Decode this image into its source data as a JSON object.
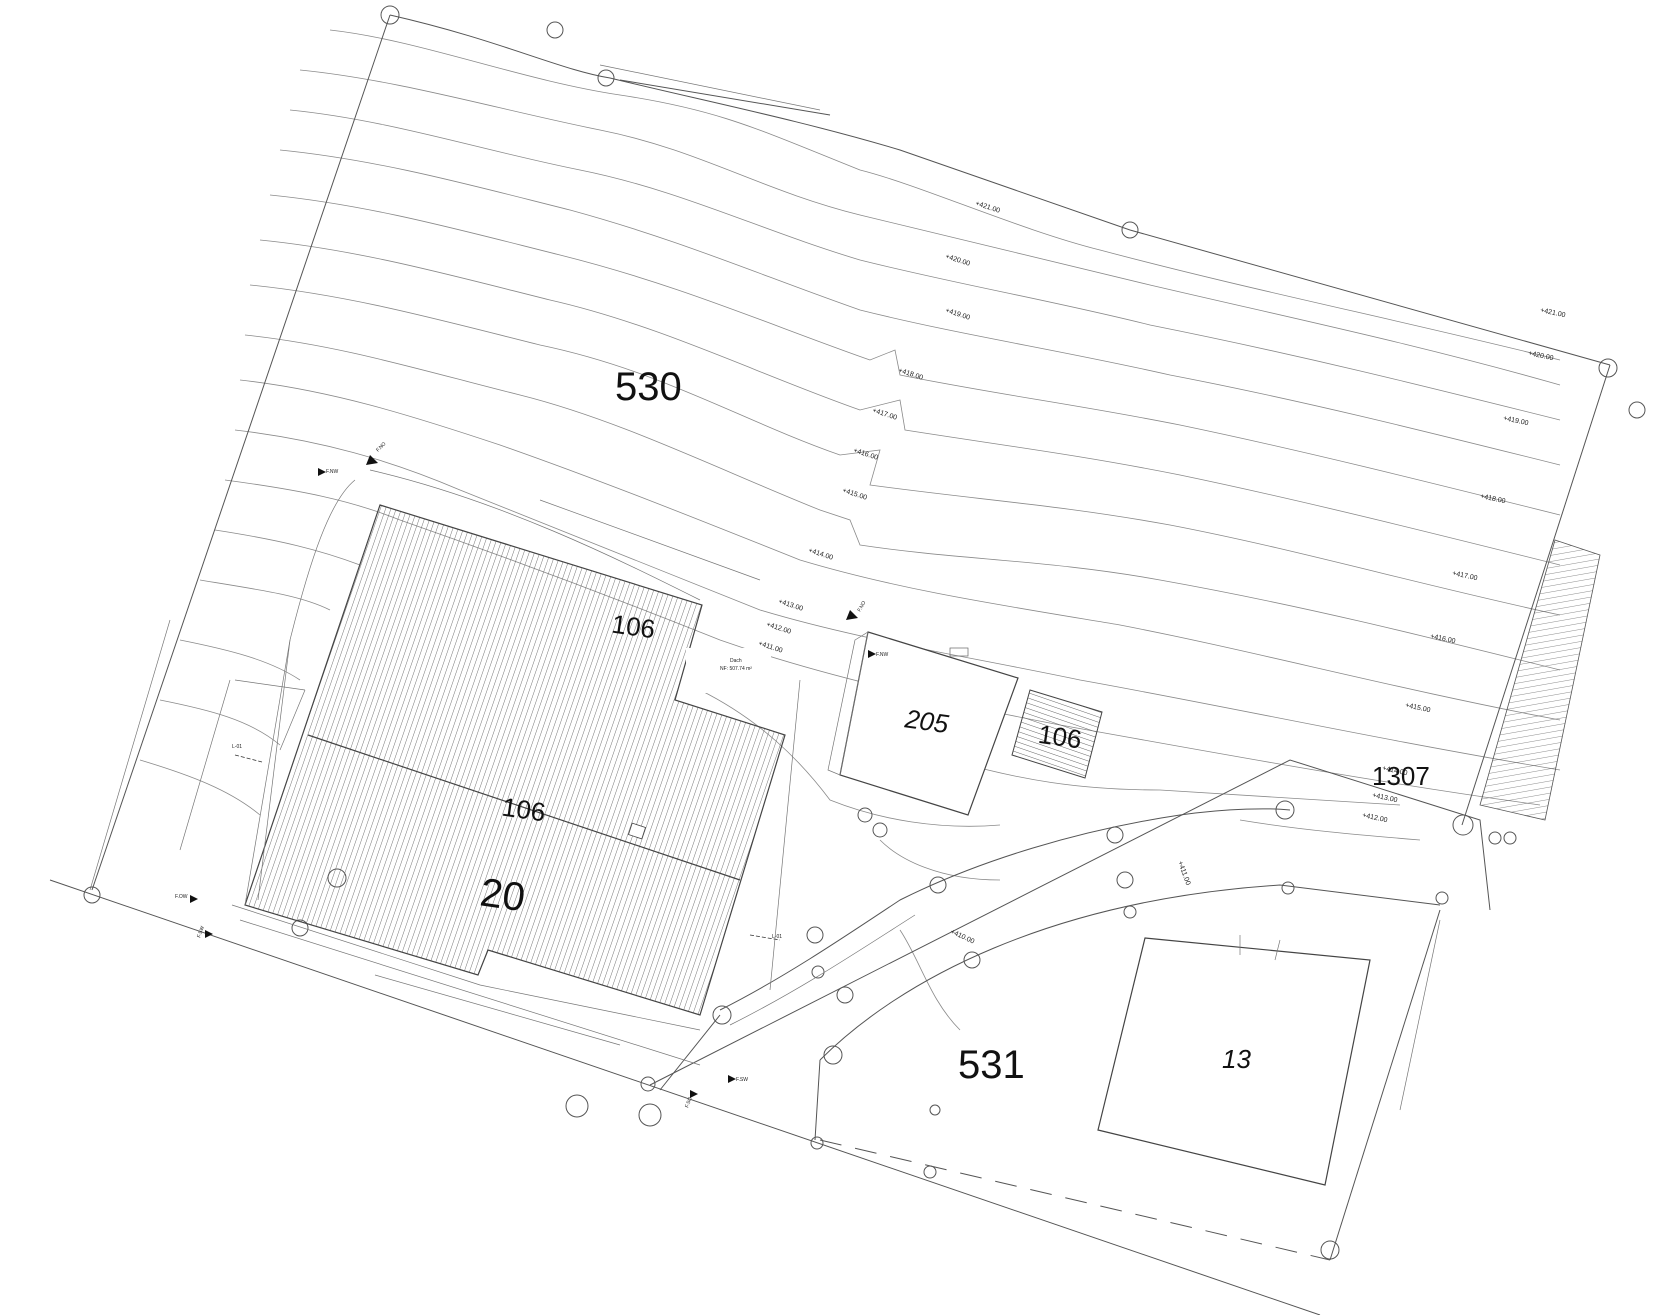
{
  "parcels": {
    "p530": "530",
    "p531": "531",
    "p1307": "1307"
  },
  "buildings": {
    "b106_top": "106",
    "b106_mid": "106",
    "b20": "20",
    "b205": "205",
    "b106_small": "106",
    "b13": "13"
  },
  "roof_note": {
    "line1": "Dach",
    "line2": "NF: 507.74 m²"
  },
  "contours_left": [
    "+421.00",
    "+420.00",
    "+419.00",
    "+418.00",
    "+417.00",
    "+416.00",
    "+415.00",
    "+414.00",
    "+413.00",
    "+412.00",
    "+411.00"
  ],
  "contours_right": [
    "+421.00",
    "+420.00",
    "+419.00",
    "+418.00",
    "+417.00",
    "+416.00",
    "+415.00",
    "+414.00",
    "+413.00",
    "+412.00"
  ],
  "contour_low": [
    "+411.00",
    "+410.00"
  ],
  "markers": {
    "m1": "F.NO",
    "m2": "F.NW",
    "m3": "F.NO",
    "m4": "F.NW",
    "m5": "F.OW",
    "m6": "F.SW",
    "m7": "F.SW",
    "m8": "F.SO"
  },
  "sections": {
    "s1": "L-01",
    "s2": "L-01"
  }
}
